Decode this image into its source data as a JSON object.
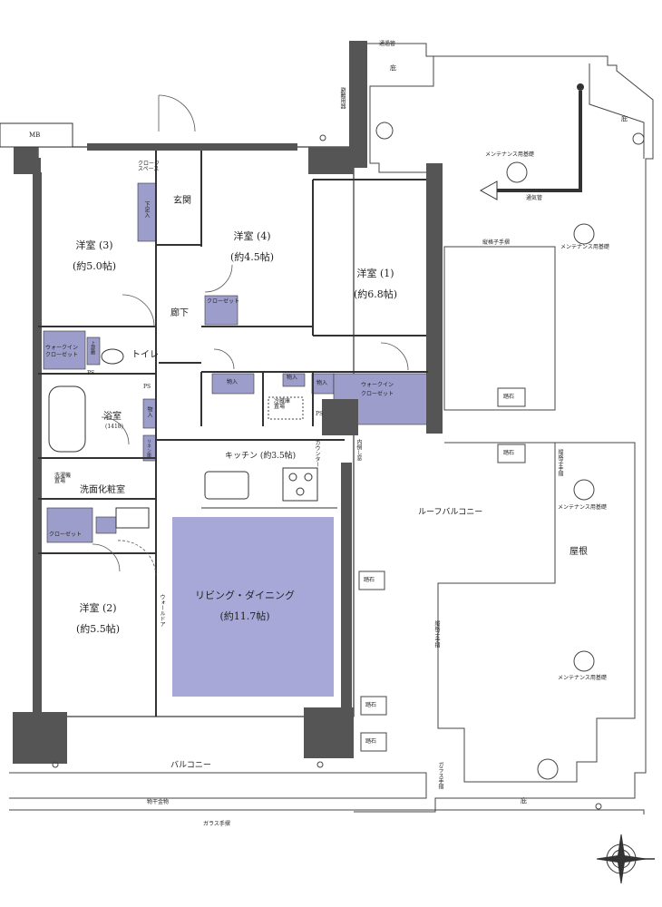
{
  "rooms": {
    "r3": "洋室 (3)",
    "r3_size": "(約5.0帖)",
    "r4": "洋室 (4)",
    "r4_size": "(約4.5帖)",
    "r1": "洋室 (1)",
    "r1_size": "(約6.8帖)",
    "r2": "洋室 (2)",
    "r2_size": "(約5.5帖)",
    "ldk": "リビング・ダイニング",
    "ldk_size": "(約11.7帖)",
    "kitchen": "キッチン (約3.5帖)",
    "bath": "浴室",
    "bath_size": "(1418)",
    "toilet": "トイレ",
    "washroom": "洗面化粧室",
    "corridor": "廊下",
    "entrance": "玄関"
  },
  "storage": {
    "cloak_space": "クローク\nスペース",
    "shoe_box": "下足入",
    "closet4": "クローゼット",
    "closet2": "クローゼット",
    "wic1": "ウォークイン\nクローゼット",
    "wic_w": "ウォークイン\nクローゼット",
    "monoire_a": "物入",
    "monoire_b": "物入",
    "monoire_c": "物入",
    "monoire_d": "物入",
    "linen": "リネン庫",
    "hanger": "上部棚",
    "fridge": "冷蔵庫\n置場",
    "washer": "洗濯機\n置場"
  },
  "exterior": {
    "mb": "MB",
    "balcony": "バルコニー",
    "roof_balcony": "ルーフバルコニー",
    "roof": "屋根",
    "eaves_top": "庇",
    "eaves_right": "庇",
    "eaves_bottom": "庇",
    "maint_1": "メンテナンス用基礎",
    "maint_2": "メンテナンス用基礎",
    "maint_3": "メンテナンス用基礎",
    "maint_4": "メンテナンス用基礎",
    "vent_pipe": "通気管",
    "lattice_rail_1": "縦格子手摺",
    "lattice_rail_2": "縦格子手摺",
    "lattice_rail_3": "縦格子手摺",
    "glass_rail_1": "ガラス手摺",
    "glass_rail_2": "ガラス手摺",
    "laundry_hardware": "物干金物",
    "stepping_1": "踏石",
    "stepping_2": "踏石",
    "stepping_3": "踏石",
    "stepping_4": "踏石",
    "stepping_5": "踏石",
    "pipe": "通過管",
    "emergency": "避難用器",
    "counter": "カウンター",
    "inner_window": "内倒し窓",
    "wall_door": "ウォールドア",
    "ps1": "PS",
    "ps2": "PS",
    "ps3": "PS"
  },
  "colors": {
    "wall": "#555555",
    "storage_fill": "#9d9dcc",
    "ldk_fill": "#a8a8d8",
    "line": "#333333"
  }
}
